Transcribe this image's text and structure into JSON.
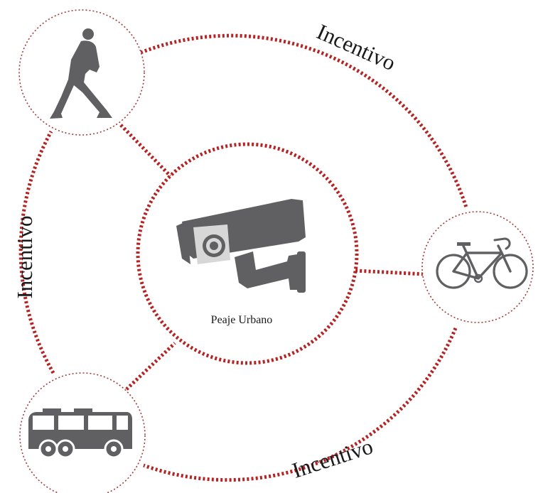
{
  "diagram": {
    "center": {
      "label": "Peaje Urbano",
      "icon": "security-camera-icon"
    },
    "nodes": [
      {
        "id": "pedestrian",
        "icon": "walking-person-icon"
      },
      {
        "id": "bicycle",
        "icon": "bicycle-icon"
      },
      {
        "id": "bus",
        "icon": "bus-icon"
      }
    ],
    "incentive_labels": [
      "Incentivo",
      "Incentivo",
      "Incentivo"
    ]
  },
  "colors": {
    "dotted_accent": "#b52323",
    "icon_gray": "#606062",
    "text": "#1a1a1a"
  }
}
